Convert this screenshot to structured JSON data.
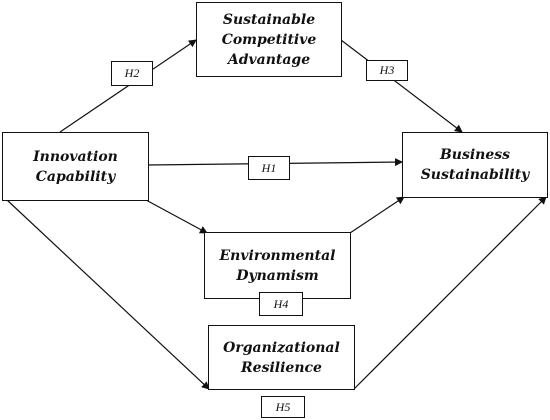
{
  "constructs": {
    "innovation_capability": "Innovation\nCapability",
    "sustainable_competitive_advantage": "Sustainable\nCompetitive\nAdvantage",
    "business_sustainability": "Business\nSustainability",
    "environmental_dynamism": "Environmental\nDynamism",
    "organizational_resilience": "Organizational\nResilience"
  },
  "hypotheses": {
    "h1": "H1",
    "h2": "H2",
    "h3": "H3",
    "h4": "H4",
    "h5": "H5"
  },
  "colors": {
    "line": "#111111",
    "background": "#ffffff"
  }
}
